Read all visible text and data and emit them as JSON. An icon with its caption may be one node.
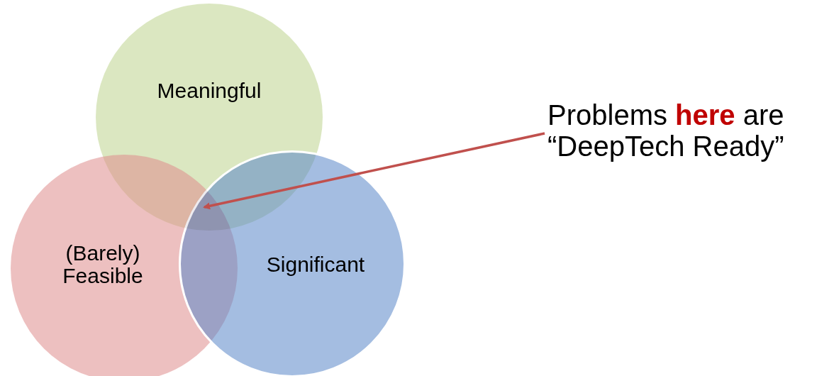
{
  "diagram": {
    "nodes": [
      {
        "text": [
          "Meaningful"
        ]
      },
      {
        "text": [
          "(Barely) Feasible"
        ]
      },
      {
        "text": [
          "Significant"
        ]
      },
      {
        "text": [
          "Problems **here** are “DeepTech Ready”"
        ]
      },
      {
        "text": [],
        "shape": "region"
      }
    ],
    "edges": [
      {
        "from": 3,
        "to": 4,
        "arrow": "to",
        "color": "#c0504d"
      }
    ]
  }
}
